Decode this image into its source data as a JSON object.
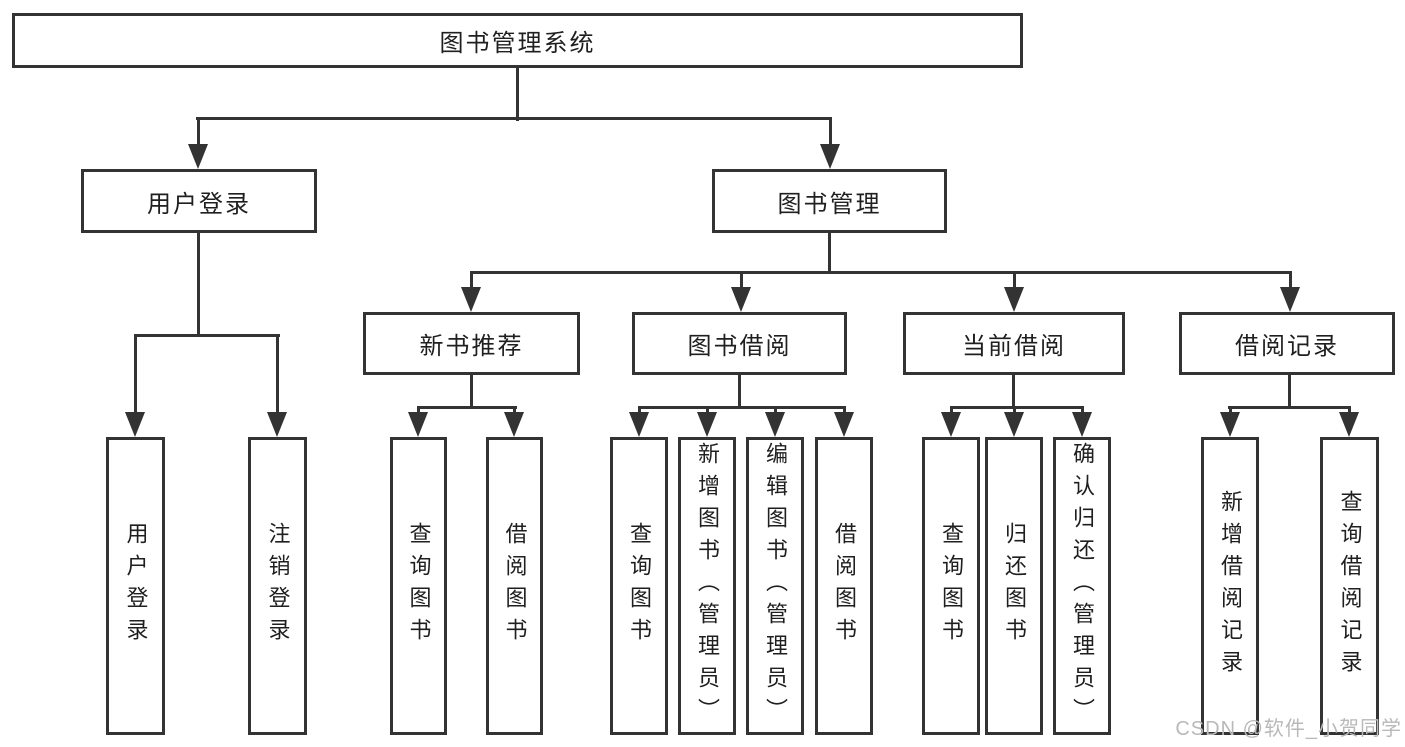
{
  "page": {
    "background_color": "#ffffff",
    "line_color": "#333333",
    "text_color": "#1f1f1f"
  },
  "diagram": {
    "title": "图书管理系统",
    "nodes": [
      {
        "id": "root",
        "label": "图书管理系统",
        "level": 1,
        "parent": null
      },
      {
        "id": "user-login",
        "label": "用户登录",
        "level": 2,
        "parent": "root"
      },
      {
        "id": "book-management",
        "label": "图书管理",
        "level": 2,
        "parent": "root"
      },
      {
        "id": "new-book-recommend",
        "label": "新书推荐",
        "level": 3,
        "parent": "book-management"
      },
      {
        "id": "book-borrowing",
        "label": "图书借阅",
        "level": 3,
        "parent": "book-management"
      },
      {
        "id": "current-borrowing",
        "label": "当前借阅",
        "level": 3,
        "parent": "book-management"
      },
      {
        "id": "borrowing-records",
        "label": "借阅记录",
        "level": 3,
        "parent": "book-management"
      },
      {
        "id": "user-login-leaf",
        "label": "用户登录",
        "level": 4,
        "parent": "user-login",
        "vertical": true
      },
      {
        "id": "logout-leaf",
        "label": "注销登录",
        "level": 4,
        "parent": "user-login",
        "vertical": true
      },
      {
        "id": "query-books-1",
        "label": "查询图书",
        "level": 4,
        "parent": "new-book-recommend",
        "vertical": true
      },
      {
        "id": "borrow-books-1",
        "label": "借阅图书",
        "level": 4,
        "parent": "new-book-recommend",
        "vertical": true
      },
      {
        "id": "query-books-2",
        "label": "查询图书",
        "level": 4,
        "parent": "book-borrowing",
        "vertical": true
      },
      {
        "id": "add-books-admin",
        "label": "新增图书（管理员）",
        "level": 4,
        "parent": "book-borrowing",
        "vertical": true
      },
      {
        "id": "edit-books-admin",
        "label": "编辑图书（管理员）",
        "level": 4,
        "parent": "book-borrowing",
        "vertical": true
      },
      {
        "id": "borrow-books-2",
        "label": "借阅图书",
        "level": 4,
        "parent": "book-borrowing",
        "vertical": true
      },
      {
        "id": "query-books-3",
        "label": "查询图书",
        "level": 4,
        "parent": "current-borrowing",
        "vertical": true
      },
      {
        "id": "return-books",
        "label": "归还图书",
        "level": 4,
        "parent": "current-borrowing",
        "vertical": true
      },
      {
        "id": "confirm-return-admin",
        "label": "确认归还（管理员）",
        "level": 4,
        "parent": "current-borrowing",
        "vertical": true
      },
      {
        "id": "add-borrow-record",
        "label": "新增借阅记录",
        "level": 4,
        "parent": "borrowing-records",
        "vertical": true
      },
      {
        "id": "query-borrow-record",
        "label": "查询借阅记录",
        "level": 4,
        "parent": "borrowing-records",
        "vertical": true
      }
    ]
  },
  "watermark": {
    "text": "CSDN @软件_小贺同学",
    "color": "#b9b9b9"
  }
}
